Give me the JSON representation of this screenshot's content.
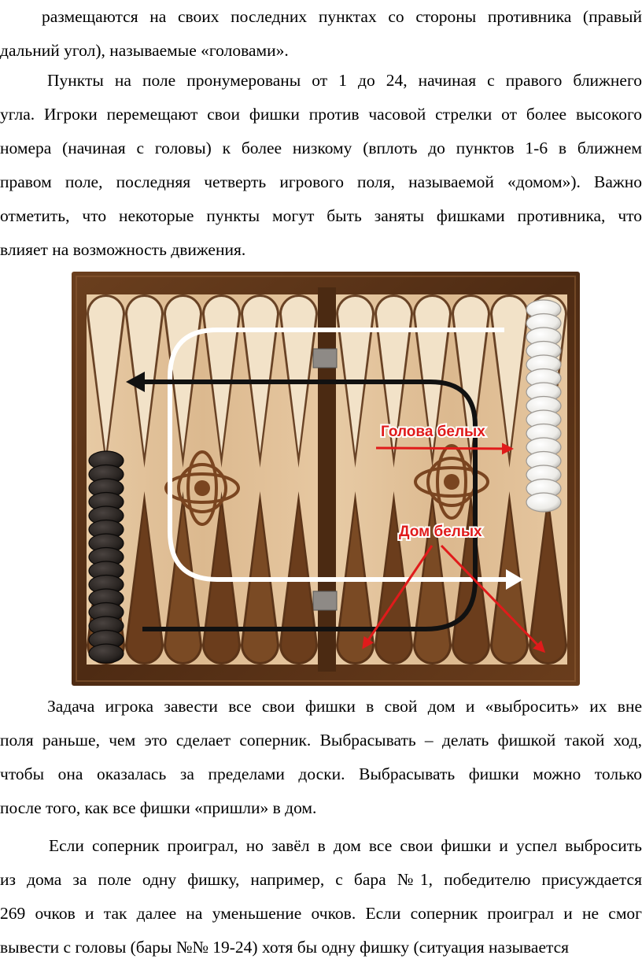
{
  "para1": {
    "lines": [
      "размещаются на своих последних пунктах со стороны противника (правый",
      "дальний угол), называемые «головами»."
    ]
  },
  "para2": {
    "lines": [
      "Пункты на поле пронумерованы от 1 до 24, начиная с правого ближнего",
      "угла. Игроки перемещают свои фишки против часовой стрелки от более высокого",
      "номера (начиная с головы) к более низкому (вплоть до пунктов 1-6 в ближнем",
      "правом поле, последняя четверть игрового поля, называемой «домом»). Важно",
      "отметить, что некоторые пункты могут быть заняты фишками противника, что",
      "влияет на возможность движения."
    ]
  },
  "figure": {
    "label_head": "Голова белых",
    "label_home": "Дом белых",
    "colors": {
      "frame": "#5a3418",
      "field": "#e2c39c",
      "dark_point": "#5b3418",
      "light_point": "#f2e2c8",
      "white_checker": "#f2f0ec",
      "black_checker": "#2a2522",
      "arrow_red": "#e01b1b",
      "path_white": "#ffffff",
      "path_black": "#111111"
    }
  },
  "para3": {
    "lines": [
      "Задача игрока завести все свои фишки в свой дом и «выбросить» их вне",
      "поля раньше, чем это сделает соперник. Выбрасывать – делать фишкой такой ход,",
      "чтобы она оказалась за пределами доски. Выбрасывать фишки можно только",
      "после того, как все фишки «пришли» в дом."
    ]
  },
  "para4": {
    "lines": [
      "Если соперник проиграл, но завёл в дом все свои фишки и успел выбросить",
      "из дома за поле одну фишку, например, с бара №1, победителю присуждается",
      "269 очков и так далее на уменьшение очков. Если соперник проиграл и не смог",
      "вывести с головы (бары №№ 19-24) хотя бы одну фишку (ситуация называется"
    ]
  }
}
